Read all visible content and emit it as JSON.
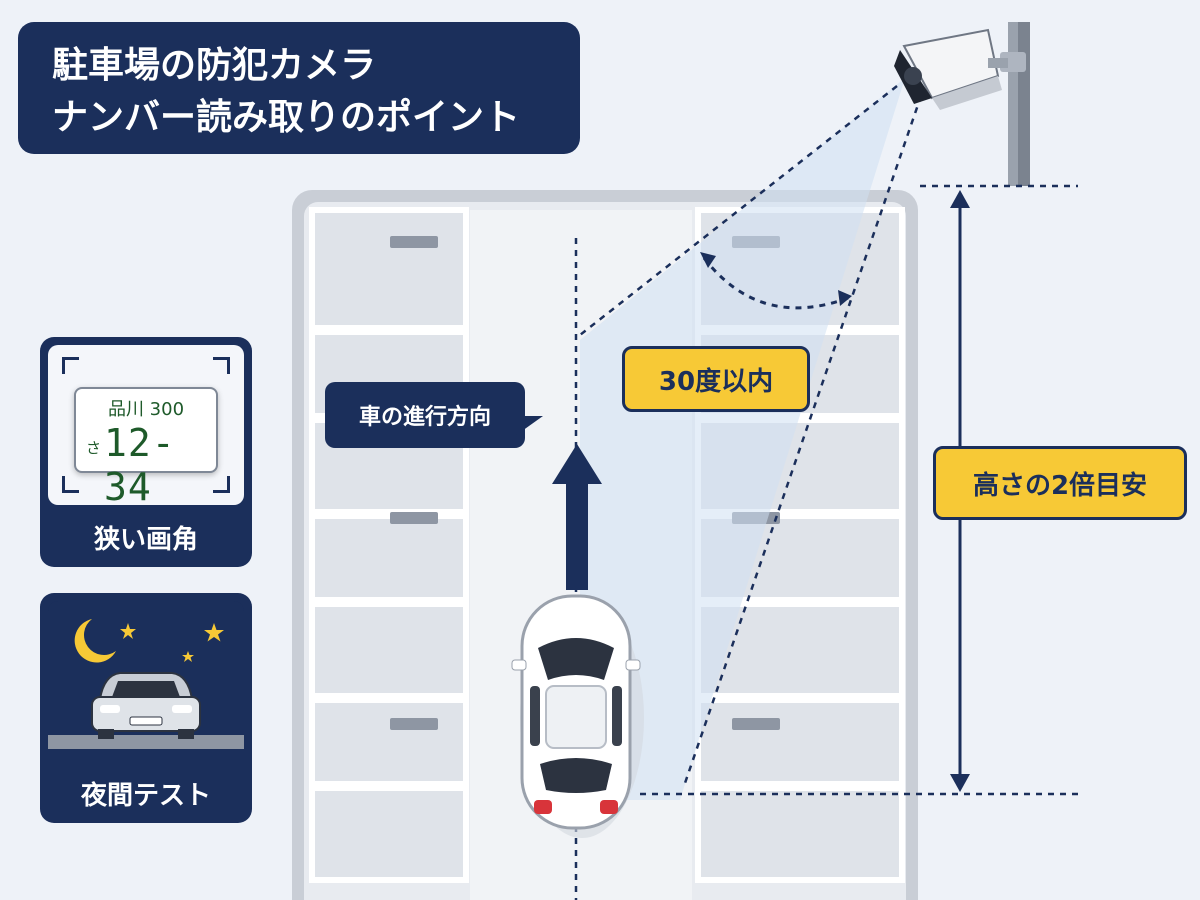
{
  "title": {
    "line1": "駐車場の防犯カメラ",
    "line2": "ナンバー読み取りのポイント"
  },
  "callout": {
    "direction_label": "車の進行方向"
  },
  "tags": {
    "angle": "30度以内",
    "height": "高さの2倍目安"
  },
  "cards": {
    "narrow": {
      "label": "狭い画角",
      "plate_top": "品川 300",
      "plate_kana": "さ",
      "plate_number": "12-34"
    },
    "night": {
      "label": "夜間テスト"
    }
  },
  "colors": {
    "navy": "#1b2f5b",
    "yellow": "#f7c936",
    "background": "#eef2f8",
    "lot": "#d9dde4"
  },
  "icons": [
    "security-camera-icon",
    "car-icon",
    "moon-icon",
    "star-icon",
    "license-plate-icon"
  ]
}
